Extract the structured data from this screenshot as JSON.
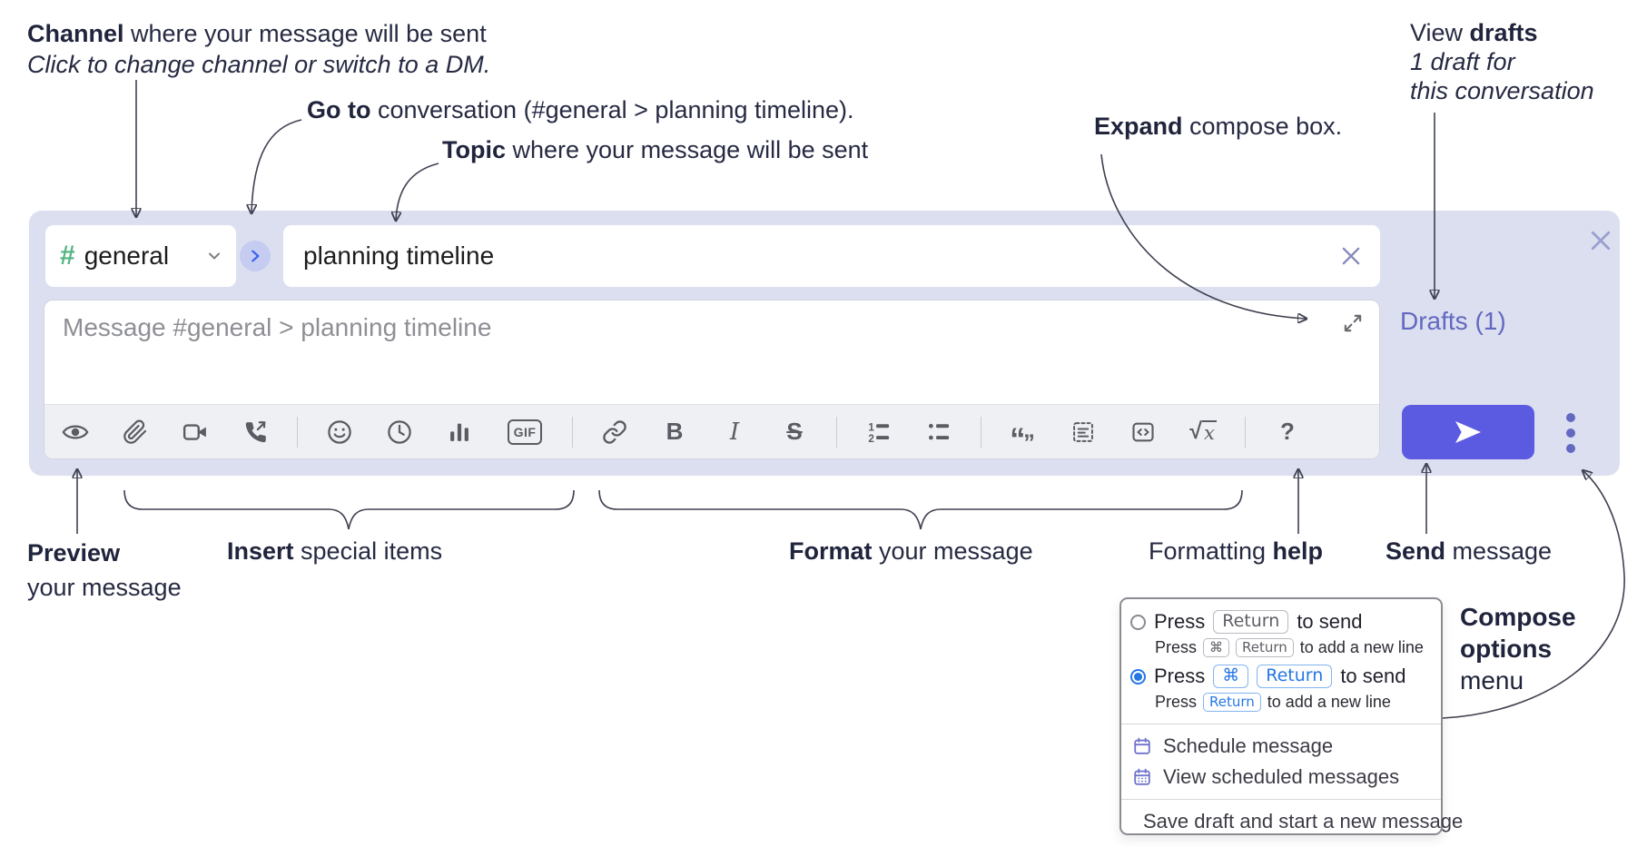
{
  "annotations": {
    "channel": {
      "bold": "Channel",
      "rest": " where your message will be sent",
      "line2": "Click to change channel or switch to a DM."
    },
    "goto": {
      "bold": "Go to",
      "rest": " conversation (#general > planning timeline)."
    },
    "topic": {
      "bold": "Topic",
      "rest": " where your message will be sent"
    },
    "expand": {
      "bold": "Expand",
      "rest": " compose box."
    },
    "view_drafts": {
      "pre": "View ",
      "bold": "drafts",
      "line2": "1 draft for",
      "line3": "this conversation"
    },
    "preview": {
      "bold": "Preview",
      "line2": "your message"
    },
    "insert": {
      "bold": "Insert",
      "rest": " special items"
    },
    "format": {
      "bold": "Format",
      "rest": " your message"
    },
    "formatting_help": {
      "pre": "Formatting ",
      "bold": "help"
    },
    "send": {
      "bold": "Send",
      "rest": " message"
    },
    "compose_options": {
      "line1": "Compose",
      "line2": "options",
      "line3": "menu"
    }
  },
  "composer": {
    "channel": {
      "hash": "#",
      "name": "general"
    },
    "topic_value": "planning timeline",
    "message_placeholder": "Message #general > planning timeline",
    "drafts_link": "Drafts (1)",
    "toolbar_labels": {
      "bold": "B",
      "italic": "I",
      "strike": "S",
      "gif": "GIF",
      "quote_open": "“",
      "quote_close": "”",
      "sqrt": "√",
      "sqrt_x": "x",
      "help": "?"
    },
    "toolbar_icons": [
      "preview-eye",
      "attach-paperclip",
      "video",
      "audio-call",
      "emoji",
      "schedule-clock",
      "poll-chart",
      "gif",
      "link",
      "bold",
      "italic",
      "strikethrough",
      "ordered-list",
      "bullet-list",
      "blockquote",
      "code-block",
      "inline-code",
      "formula",
      "formatting-help"
    ]
  },
  "popup": {
    "option1": {
      "press": "Press",
      "key": "Return",
      "suffix": "to send",
      "sub": {
        "press": "Press",
        "key1": "⌘",
        "key2": "Return",
        "suffix": "to add a new line"
      }
    },
    "option2": {
      "press": "Press",
      "key1": "⌘",
      "key2": "Return",
      "suffix": "to send",
      "selected": true,
      "sub": {
        "press": "Press",
        "key": "Return",
        "suffix": "to add a new line"
      }
    },
    "items": [
      {
        "icon": "calendar-icon",
        "label": "Schedule message"
      },
      {
        "icon": "calendar-scheduled-icon",
        "label": "View scheduled messages"
      },
      {
        "icon": "save-draft-icon",
        "label": "Save draft and start a new message"
      }
    ]
  },
  "colors": {
    "panel": "#dbdff0",
    "send_button": "#5a5be0",
    "link_purple": "#6269c0",
    "hash_green": "#53b483",
    "selection_blue": "#2577e6",
    "menu_icon_purple": "#7173cc"
  }
}
